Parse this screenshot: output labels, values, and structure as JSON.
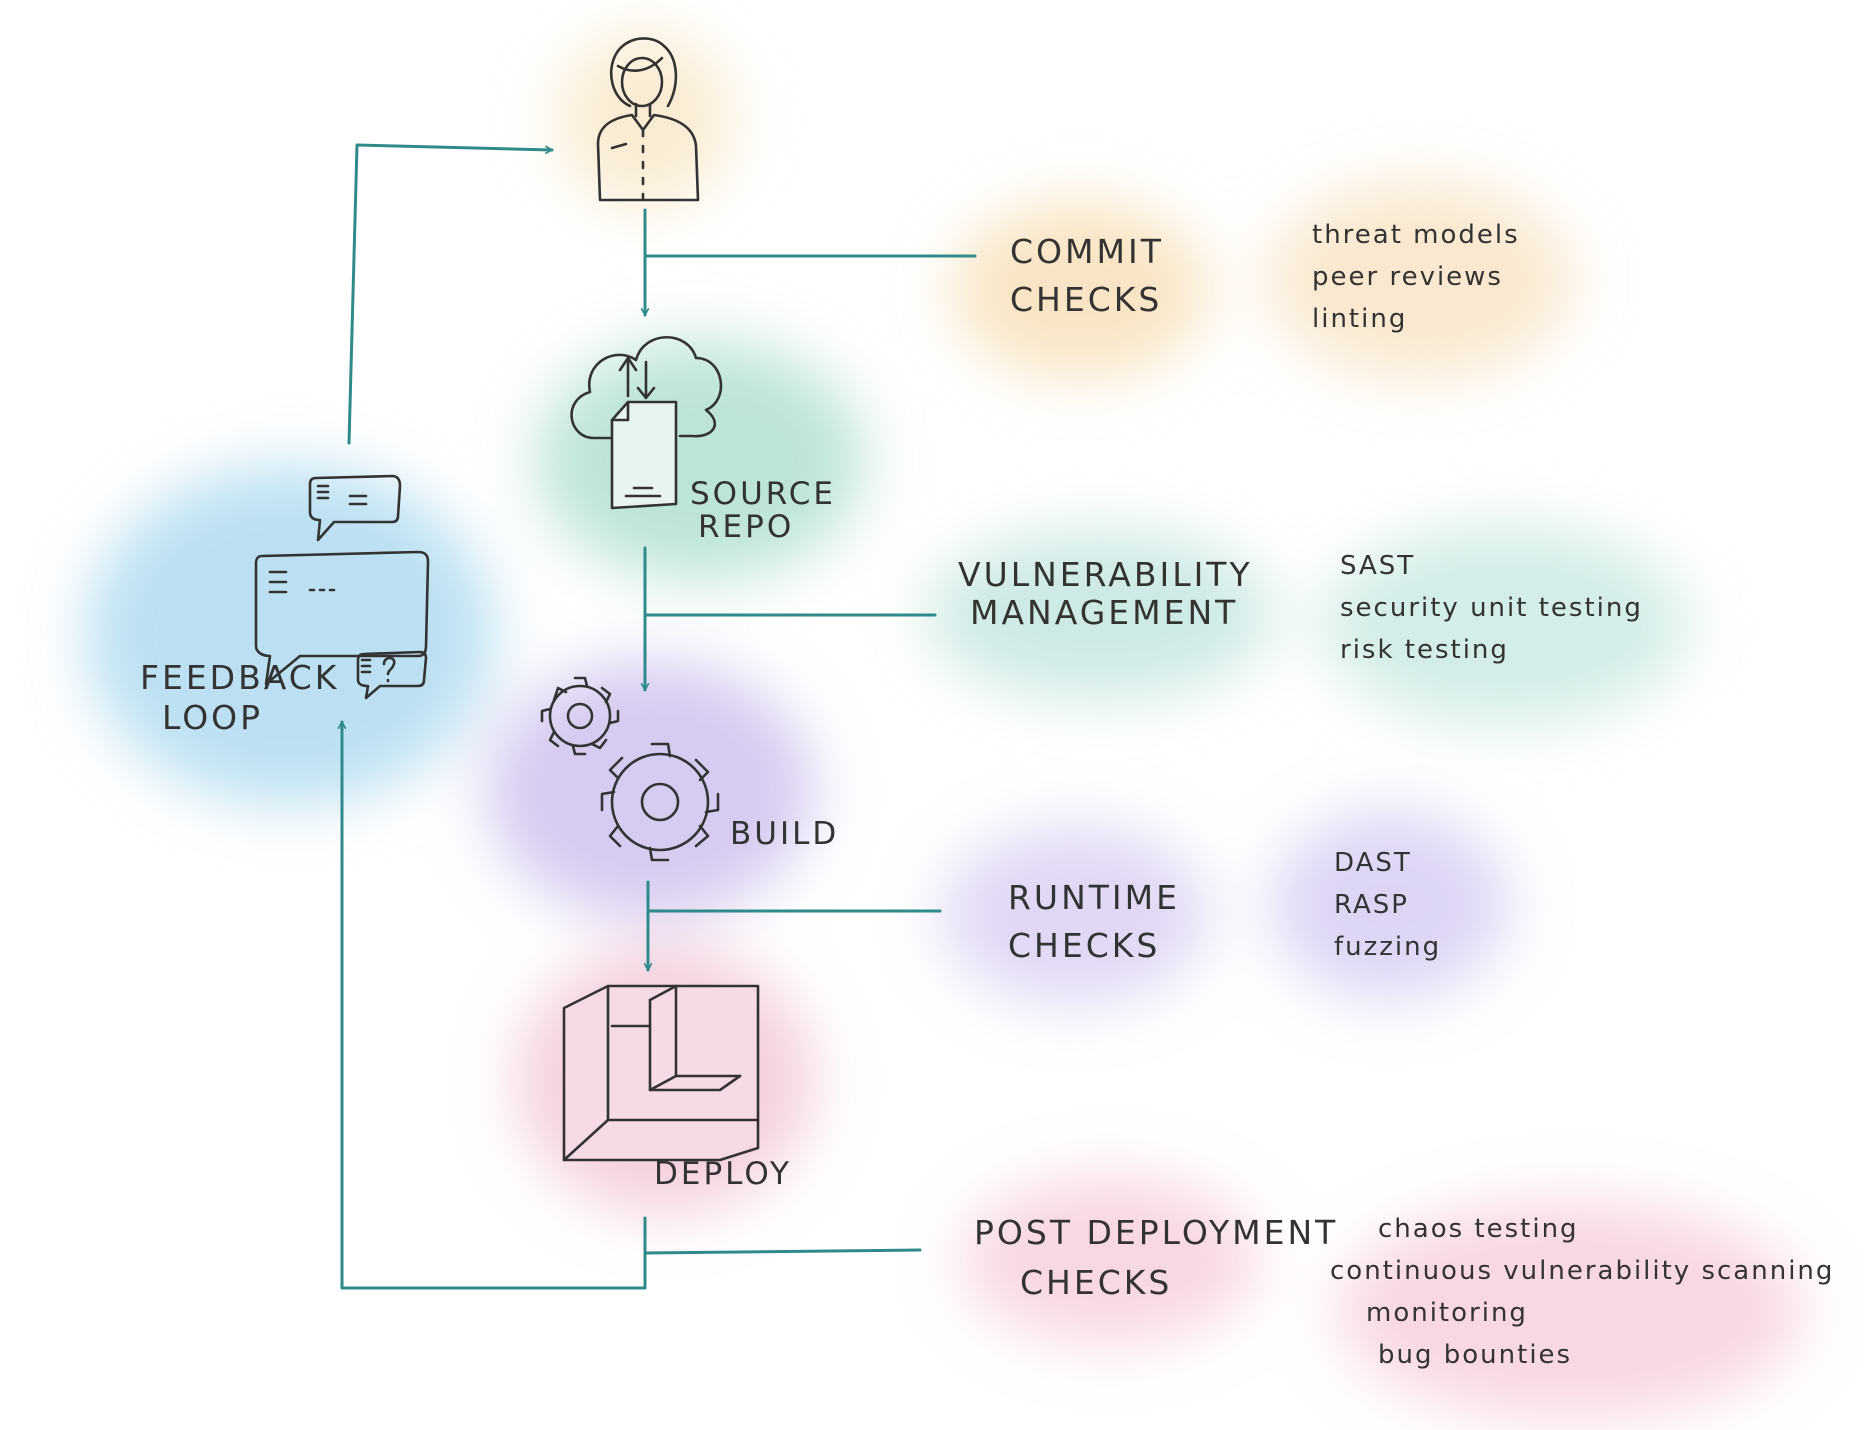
{
  "developer": {
    "icon": "developer-icon"
  },
  "feedback_loop": {
    "line1": "FEEDBACK",
    "line2": "LOOP",
    "icon": "chat-bubbles-icon"
  },
  "stages": [
    {
      "line1": "SOURCE",
      "line2": "REPO",
      "icon": "cloud-upload-icon",
      "color": "#7cc9b4"
    },
    {
      "line1": "BUILD",
      "line2": "",
      "icon": "gears-icon",
      "color": "#b5a0e3"
    },
    {
      "line1": "DEPLOY",
      "line2": "",
      "icon": "container-box-icon",
      "color": "#eaa1bd"
    }
  ],
  "checks": [
    {
      "line1": "COMMIT",
      "line2": "CHECKS",
      "color": "#f4cf96",
      "items": [
        "threat models",
        "peer reviews",
        "linting"
      ]
    },
    {
      "line1": "VULNERABILITY",
      "line2": "MANAGEMENT",
      "color": "#9ed6cc",
      "items": [
        "SAST",
        "security unit testing",
        "risk testing"
      ]
    },
    {
      "line1": "RUNTIME",
      "line2": "CHECKS",
      "color": "#c3b2ec",
      "items": [
        "DAST",
        "RASP",
        "fuzzing"
      ]
    },
    {
      "line1": "POST DEPLOYMENT",
      "line2": "CHECKS",
      "color": "#f1b2c6",
      "items": [
        "chaos testing",
        "continuous vulnerability scanning",
        "monitoring",
        "bug bounties"
      ]
    }
  ],
  "colors": {
    "connector": "#2f8a8a",
    "ink": "#333333",
    "feedback_blob": "#8fcbea"
  }
}
